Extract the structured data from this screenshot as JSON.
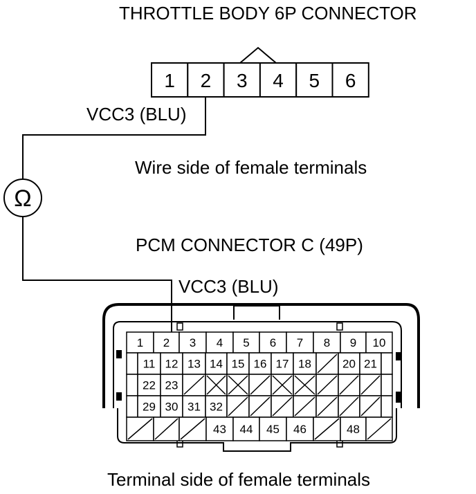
{
  "throttle_connector": {
    "title": "THROTTLE BODY 6P CONNECTOR",
    "pins": [
      "1",
      "2",
      "3",
      "4",
      "5",
      "6"
    ],
    "wire_label": "VCC3 (BLU)",
    "view_note": "Wire side of female terminals"
  },
  "meter": {
    "symbol": "Ω",
    "icon": "ohmmeter-icon"
  },
  "pcm_connector": {
    "title": "PCM CONNECTOR C (49P)",
    "wire_label": "VCC3 (BLU)",
    "view_note": "Terminal side of female terminals",
    "rows": [
      [
        "1",
        "2",
        "3",
        "4",
        "5",
        "6",
        "7",
        "8",
        "9",
        "10"
      ],
      [
        "",
        "11",
        "12",
        "13",
        "14",
        "15",
        "16",
        "17",
        "18",
        "",
        "20",
        "21",
        ""
      ],
      [
        "",
        "22",
        "23",
        "",
        "",
        "",
        "",
        "",
        "",
        "",
        "",
        "",
        ""
      ],
      [
        "",
        "29",
        "30",
        "31",
        "32",
        "",
        "",
        "",
        "",
        "",
        "",
        "",
        ""
      ],
      [
        "",
        "",
        "",
        "43",
        "44",
        "45",
        "46",
        "",
        "48",
        ""
      ]
    ]
  }
}
